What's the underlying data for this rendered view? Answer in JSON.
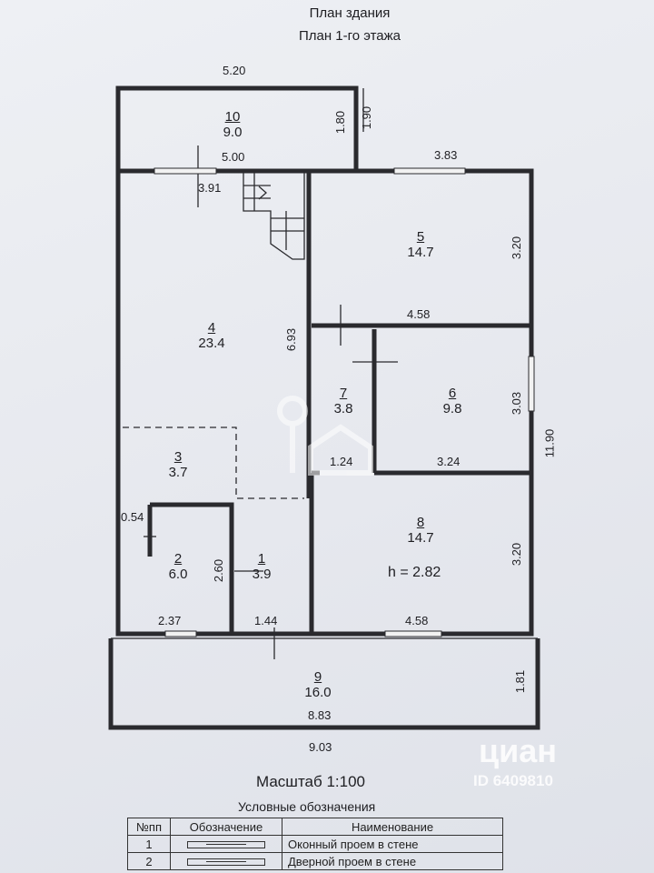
{
  "title": {
    "line1": "План здания",
    "line2": "План 1-го этажа"
  },
  "rooms": [
    {
      "number": "10",
      "area": "9.0"
    },
    {
      "number": "5",
      "area": "14.7"
    },
    {
      "number": "4",
      "area": "23.4"
    },
    {
      "number": "7",
      "area": "3.8"
    },
    {
      "number": "6",
      "area": "9.8"
    },
    {
      "number": "3",
      "area": "3.7"
    },
    {
      "number": "8",
      "area": "14.7"
    },
    {
      "number": "2",
      "area": "6.0"
    },
    {
      "number": "1",
      "area": "3.9"
    },
    {
      "number": "9",
      "area": "16.0"
    }
  ],
  "ceiling_height": "h = 2.82",
  "dimensions": {
    "d520": "5.20",
    "d180": "1.80",
    "d190": "1.90",
    "d500": "5.00",
    "d383": "3.83",
    "d391": "3.91",
    "d320a": "3.20",
    "d458a": "4.58",
    "d693": "6.93",
    "d303": "3.03",
    "d1190": "11.90",
    "d124": "1.24",
    "d324": "3.24",
    "d054": "0.54",
    "d260": "2.60",
    "d320b": "3.20",
    "d237": "2.37",
    "d144": "1.44",
    "d458b": "4.58",
    "d181": "1.81",
    "d883": "8.83",
    "d903": "9.03"
  },
  "scale": "Масштаб 1:100",
  "legend": {
    "title": "Условные обозначения",
    "headers": [
      "№пп",
      "Обозначение",
      "Наименование"
    ],
    "rows": [
      {
        "num": "1",
        "name": "Оконный проем в стене"
      },
      {
        "num": "2",
        "name": "Дверной проем в стене"
      }
    ]
  },
  "watermark": {
    "brand": "циан",
    "id": "ID 6409810"
  }
}
